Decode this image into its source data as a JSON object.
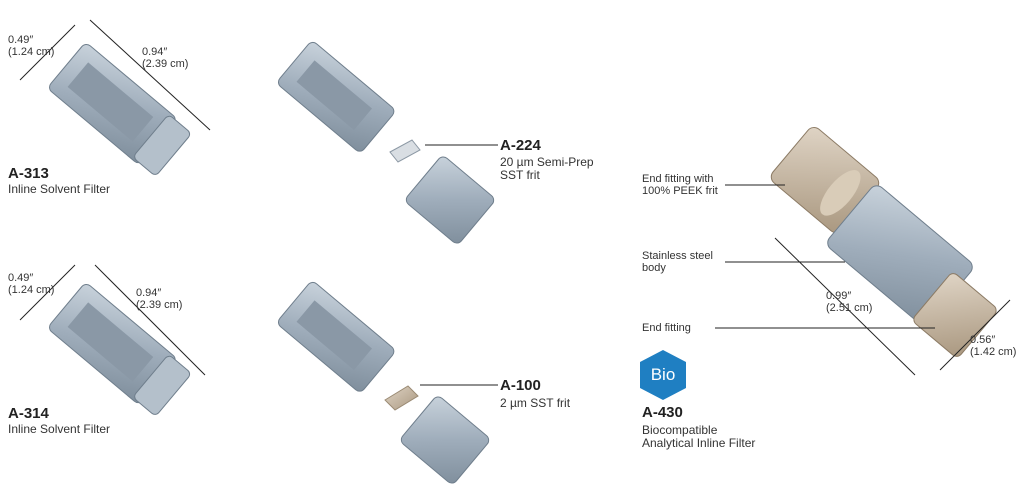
{
  "products": [
    {
      "part": "A-313",
      "desc": "Inline Solvent Filter",
      "width": "0.49″\n(1.24 cm)",
      "length": "0.94″\n(2.39 cm)"
    },
    {
      "part": "A-314",
      "desc": "Inline Solvent Filter",
      "width": "0.49″\n(1.24 cm)",
      "length": "0.94″\n(2.39 cm)"
    }
  ],
  "frits": [
    {
      "part": "A-224",
      "desc": "20 µm Semi-Prep\nSST frit"
    },
    {
      "part": "A-100",
      "desc": "2 µm SST frit"
    }
  ],
  "a430": {
    "part": "A-430",
    "desc": "Biocompatible\nAnalytical Inline Filter",
    "badge": "Bio",
    "callouts": [
      "End fitting with\n100% PEEK frit",
      "Stainless steel\nbody",
      "End fitting"
    ],
    "length": "0.99″\n(2.51 cm)",
    "width": "0.56″\n(1.42 cm)"
  },
  "colors": {
    "steel": "#a9b6c3",
    "steel_dark": "#7d8c9b",
    "peek": "#c8b9a3",
    "bio_badge": "#1f7fc2"
  }
}
